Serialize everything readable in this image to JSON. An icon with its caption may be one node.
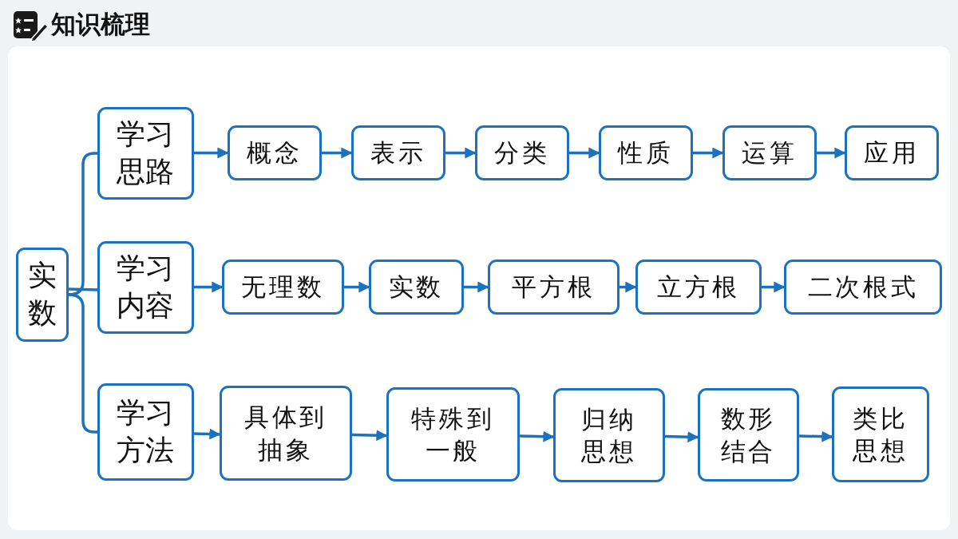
{
  "diagram": {
    "title": "知识梳理",
    "nodes": [
      {
        "text": [
          "实数"
        ]
      },
      {
        "text": [
          "学习思路"
        ]
      },
      {
        "text": [
          "概念"
        ]
      },
      {
        "text": [
          "表示"
        ]
      },
      {
        "text": [
          "分类"
        ]
      },
      {
        "text": [
          "性质"
        ]
      },
      {
        "text": [
          "运算"
        ]
      },
      {
        "text": [
          "应用"
        ]
      },
      {
        "text": [
          "学习内容"
        ]
      },
      {
        "text": [
          "无理数"
        ]
      },
      {
        "text": [
          "实数"
        ]
      },
      {
        "text": [
          "平方根"
        ]
      },
      {
        "text": [
          "立方根"
        ]
      },
      {
        "text": [
          "二次根式"
        ]
      },
      {
        "text": [
          "学习方法"
        ]
      },
      {
        "text": [
          "具体到抽象"
        ]
      },
      {
        "text": [
          "特殊到一般"
        ]
      },
      {
        "text": [
          "归纳思想"
        ]
      },
      {
        "text": [
          "数形结合"
        ]
      },
      {
        "text": [
          "类比思想"
        ]
      }
    ],
    "edges": [
      {
        "from": 0,
        "to": 1,
        "arrow": "none"
      },
      {
        "from": 0,
        "to": 8,
        "arrow": "none"
      },
      {
        "from": 0,
        "to": 14,
        "arrow": "none"
      },
      {
        "from": 1,
        "to": 2,
        "arrow": "to"
      },
      {
        "from": 2,
        "to": 3,
        "arrow": "to"
      },
      {
        "from": 3,
        "to": 4,
        "arrow": "to"
      },
      {
        "from": 4,
        "to": 5,
        "arrow": "to"
      },
      {
        "from": 5,
        "to": 6,
        "arrow": "to"
      },
      {
        "from": 6,
        "to": 7,
        "arrow": "to"
      },
      {
        "from": 8,
        "to": 9,
        "arrow": "to"
      },
      {
        "from": 9,
        "to": 10,
        "arrow": "to"
      },
      {
        "from": 10,
        "to": 11,
        "arrow": "to"
      },
      {
        "from": 11,
        "to": 12,
        "arrow": "to"
      },
      {
        "from": 12,
        "to": 13,
        "arrow": "to"
      },
      {
        "from": 14,
        "to": 15,
        "arrow": "to"
      },
      {
        "from": 15,
        "to": 16,
        "arrow": "to"
      },
      {
        "from": 16,
        "to": 17,
        "arrow": "to"
      },
      {
        "from": 17,
        "to": 18,
        "arrow": "to"
      },
      {
        "from": 18,
        "to": 19,
        "arrow": "to"
      }
    ]
  }
}
